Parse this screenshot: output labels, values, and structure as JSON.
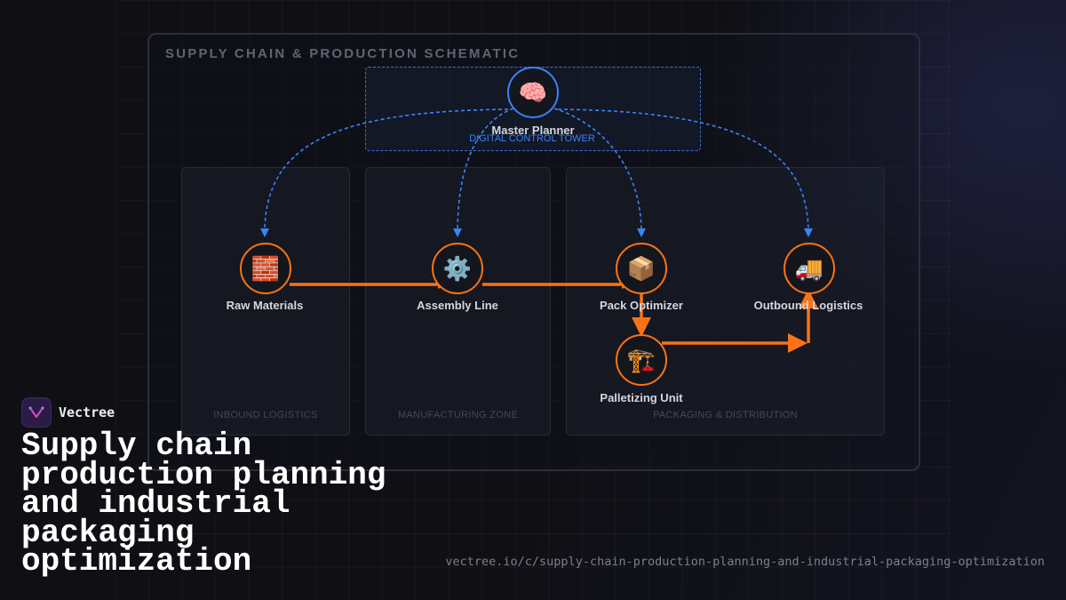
{
  "schematic": {
    "title": "SUPPLY CHAIN & PRODUCTION SCHEMATIC",
    "control_tower": {
      "label": "DIGITAL CONTROL TOWER",
      "node": {
        "label": "Master Planner",
        "icon": "🧠",
        "icon_name": "brain-icon"
      }
    },
    "zones": [
      {
        "label": "INBOUND LOGISTICS"
      },
      {
        "label": "MANUFACTURING ZONE"
      },
      {
        "label": "PACKAGING & DISTRIBUTION"
      }
    ],
    "nodes": [
      {
        "label": "Raw Materials",
        "icon": "🧱",
        "icon_name": "bricks-icon"
      },
      {
        "label": "Assembly Line",
        "icon": "⚙️",
        "icon_name": "gear-icon"
      },
      {
        "label": "Pack Optimizer",
        "icon": "📦",
        "icon_name": "package-icon"
      },
      {
        "label": "Outbound Logistics",
        "icon": "🚚",
        "icon_name": "truck-icon"
      },
      {
        "label": "Palletizing Unit",
        "icon": "🏗️",
        "icon_name": "crane-icon"
      }
    ],
    "colors": {
      "flow": "#f97316",
      "control": "#3b82f6"
    }
  },
  "brand": {
    "name": "Vectree",
    "logo_icon": "vectree-logo-icon"
  },
  "headline": "Supply chain production planning and industrial packaging optimization",
  "url": "vectree.io/c/supply-chain-production-planning-and-industrial-packaging-optimization"
}
